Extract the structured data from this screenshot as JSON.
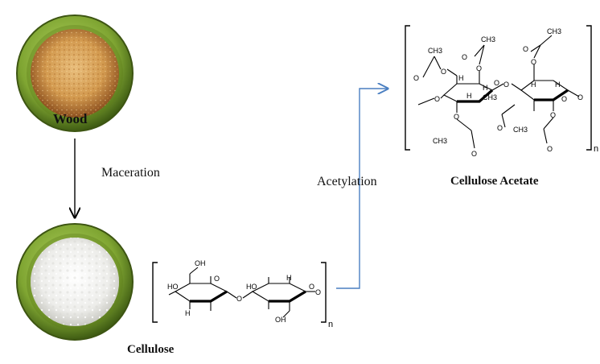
{
  "labels": {
    "wood": "Wood",
    "cellulose": "Cellulose",
    "cellulose_acetate": "Cellulose Acetate",
    "maceration": "Maceration",
    "acetylation": "Acetylation"
  },
  "cellulose_structure": {
    "atoms": {
      "oh": "OH",
      "o": "O",
      "h": "H",
      "ho": "HO"
    },
    "repeat": "n"
  },
  "acetate_structure": {
    "atoms": {
      "o": "O",
      "h": "H",
      "ch3": "CH3"
    },
    "repeat": "n"
  },
  "colors": {
    "ring_outer": "#5e7d1f",
    "ring_inner": "#8bb33a",
    "wood_fill": "#d9a55c",
    "cellulose_fill": "#f1f1ef",
    "arrow_black": "#000000",
    "arrow_blue": "#4a7fc1"
  }
}
